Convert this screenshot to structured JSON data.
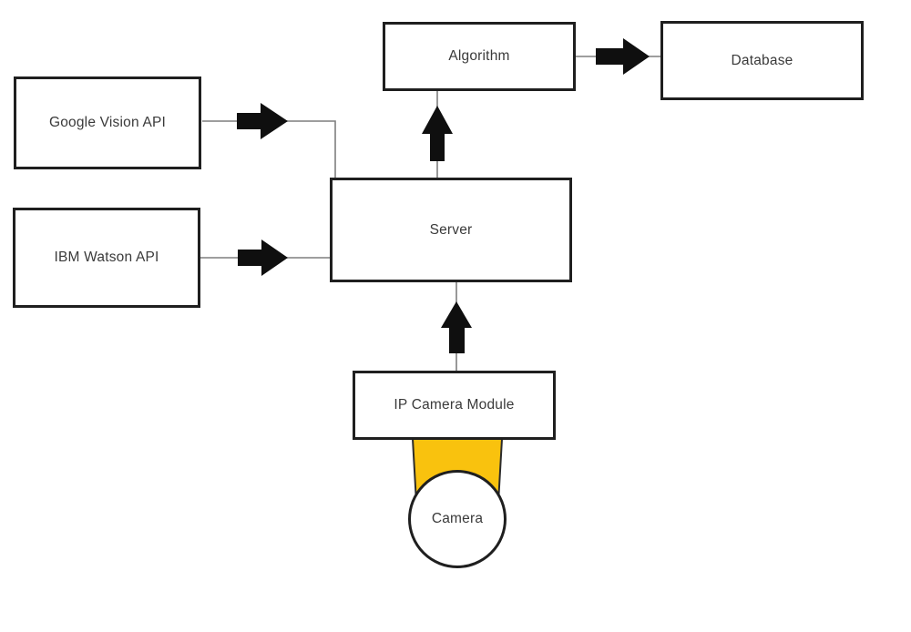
{
  "diagram": {
    "type": "flowchart",
    "nodes": {
      "google_vision": {
        "label": "Google Vision API",
        "shape": "rectangle"
      },
      "ibm_watson": {
        "label": "IBM Watson API",
        "shape": "rectangle"
      },
      "server": {
        "label": "Server",
        "shape": "rectangle"
      },
      "algorithm": {
        "label": "Algorithm",
        "shape": "rectangle"
      },
      "database": {
        "label": "Database",
        "shape": "rectangle"
      },
      "ip_camera_module": {
        "label": "IP Camera Module",
        "shape": "rectangle"
      },
      "camera": {
        "label": "Camera",
        "shape": "circle"
      }
    },
    "edges": [
      {
        "from": "Google Vision API",
        "to": "Server",
        "style": "block-arrow"
      },
      {
        "from": "IBM Watson API",
        "to": "Server",
        "style": "block-arrow"
      },
      {
        "from": "Server",
        "to": "Algorithm",
        "style": "block-arrow"
      },
      {
        "from": "Algorithm",
        "to": "Database",
        "style": "block-arrow"
      },
      {
        "from": "IP Camera Module",
        "to": "Server",
        "style": "block-arrow"
      },
      {
        "from": "Camera",
        "to": "IP Camera Module",
        "style": "mount"
      }
    ],
    "colors": {
      "box_border": "#1f1f1f",
      "box_fill": "#ffffff",
      "connector": "#7f7f7f",
      "arrow": "#0f0f0f",
      "camera_mount": "#f9c20e",
      "mount_border": "#2b2b2b",
      "text": "#3a3a3a",
      "background": "#ffffff"
    }
  }
}
